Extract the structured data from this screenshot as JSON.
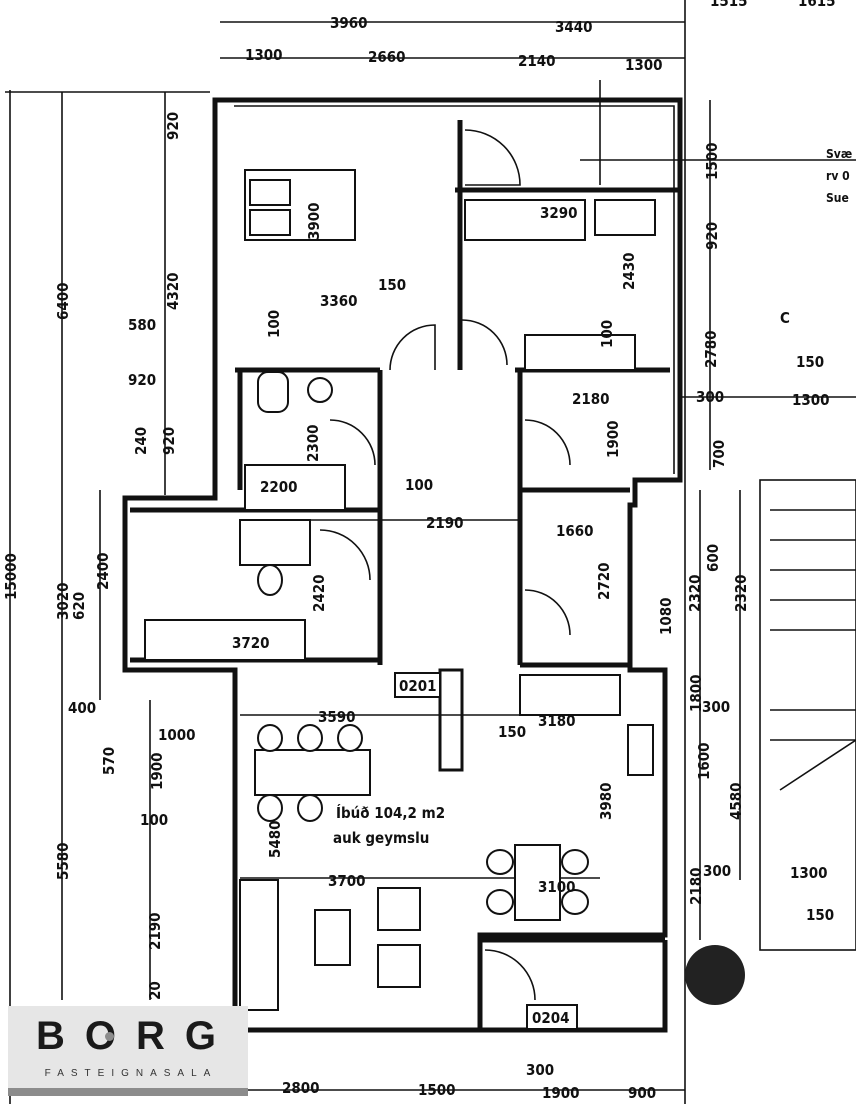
{
  "plan": {
    "unit_labels": [
      "0201",
      "0204"
    ],
    "area_line1": "Íbúð 104,2 m2",
    "area_line2": "auk geymslu",
    "section_marker": "C",
    "side_notes": [
      "Svæ",
      "rv 0",
      "Sue"
    ],
    "dims": [
      "3960",
      "3440",
      "1300",
      "2660",
      "2140",
      "1300",
      "1515",
      "1615",
      "920",
      "6400",
      "4320",
      "580",
      "920",
      "240",
      "920",
      "3020",
      "2400",
      "620",
      "400",
      "570",
      "1000",
      "1900",
      "100",
      "5580",
      "2190",
      "15000",
      "20",
      "3900",
      "3360",
      "150",
      "100",
      "2300",
      "2200",
      "100",
      "2190",
      "2420",
      "3720",
      "3590",
      "150",
      "5480",
      "3700",
      "3100",
      "3980",
      "3290",
      "2430",
      "100",
      "2180",
      "1900",
      "2780",
      "1660",
      "2720",
      "1080",
      "3180",
      "2320",
      "600",
      "2320",
      "1800",
      "300",
      "1600",
      "4580",
      "2180",
      "300",
      "1300",
      "150",
      "1500",
      "920",
      "150",
      "300",
      "1300",
      "700",
      "2800",
      "1500",
      "300",
      "1900",
      "900"
    ]
  },
  "logo": {
    "name": "BORG",
    "subtitle": "FASTEIGNASALA",
    "dot_color": "#8c8c8c"
  }
}
